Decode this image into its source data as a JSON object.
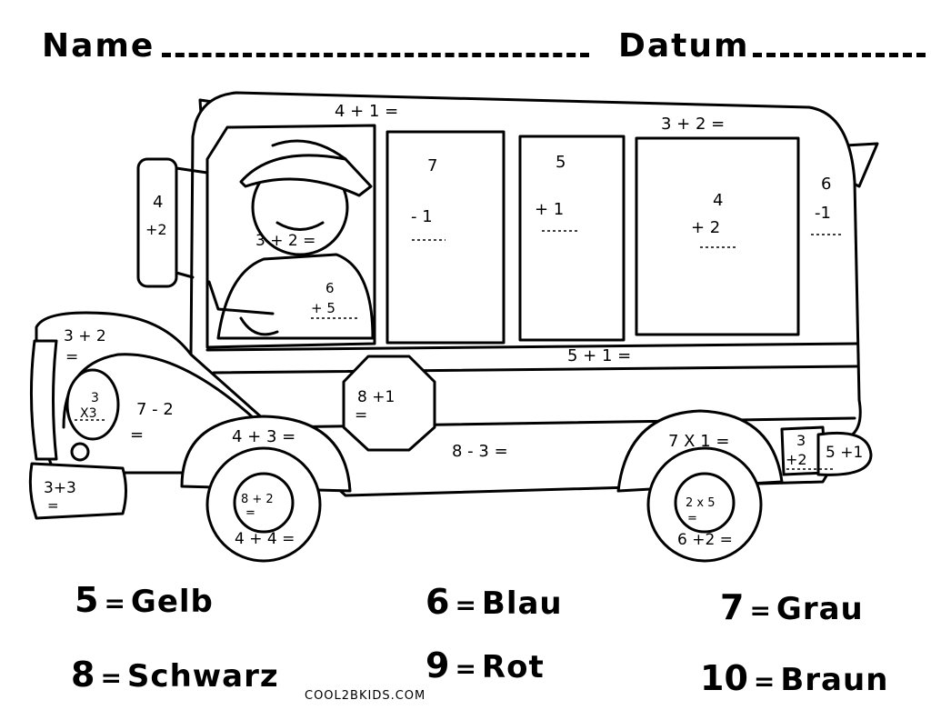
{
  "header": {
    "name_label": "Name",
    "date_label": "Datum"
  },
  "bus_equations": {
    "top_front": "4 + 1 =",
    "top_back": "3 + 2 =",
    "mirror_top": "4",
    "mirror_bottom": "+2",
    "driver_face": "3 + 2 =",
    "driver_body_top": "6",
    "driver_body_bottom": "+ 5",
    "window1_top": "7",
    "window1_bottom": "- 1",
    "window2_top": "5",
    "window2_bottom": "+ 1",
    "window3_top": "4",
    "window3_bottom": "+ 2",
    "rear_top": "6",
    "rear_bottom": "-1",
    "body_stripe": "5 + 1 =",
    "hood_top": "3 + 2",
    "hood_bottom": "=",
    "headlight_top": "3",
    "headlight_bottom": "X3",
    "fender_front": "7 - 2",
    "fender_front_eq": "=",
    "stop_sign": "8 +1",
    "stop_sign_eq": "=",
    "front_arch": "4 + 3 =",
    "body_bottom": "8 - 3 =",
    "rear_arch": "7 X 1 =",
    "rear_light_top": "3",
    "rear_light_bottom": "+2",
    "rear_bumper": "5 +1",
    "front_bumper": "3+3",
    "front_bumper_eq": "=",
    "front_hub": "8 + 2",
    "front_hub_eq": "=",
    "front_tire": "4 + 4 =",
    "rear_hub": "2 x 5",
    "rear_hub_eq": "=",
    "rear_tire": "6 +2 ="
  },
  "color_key": [
    {
      "number": "5",
      "color": "Gelb"
    },
    {
      "number": "6",
      "color": "Blau"
    },
    {
      "number": "7",
      "color": "Grau"
    },
    {
      "number": "8",
      "color": "Schwarz"
    },
    {
      "number": "9",
      "color": "Rot"
    },
    {
      "number": "10",
      "color": "Braun"
    }
  ],
  "sign": "=",
  "credit": "COOL2BKIDS.COM"
}
